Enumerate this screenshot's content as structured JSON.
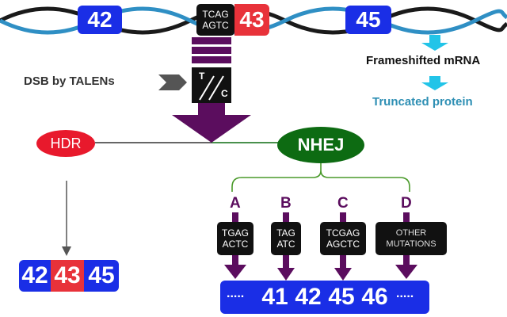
{
  "colors": {
    "exon_blue": "#1a2ee6",
    "exon_red": "#e8323a",
    "arrow_purple": "#5b0d5e",
    "nhej_green": "#0d6b12",
    "hdr_red": "#e8192c",
    "helix_blue": "#2f8fc4",
    "arrow_cyan": "#22c4e8"
  },
  "top": {
    "exons": [
      "42",
      "43",
      "45"
    ],
    "site_seq": [
      "TCAG",
      "AGTC"
    ]
  },
  "dsb_label": "DSB by TALENs",
  "talen_letters": [
    "T",
    "C"
  ],
  "hdr_label": "HDR",
  "nhej_label": "NHEJ",
  "frameshift": {
    "mrna": "Frameshifted mRNA",
    "protein": "Truncated protein"
  },
  "hdr_result": [
    "42",
    "43",
    "45"
  ],
  "branches": [
    {
      "letter": "A",
      "seq": [
        "TGAG",
        "ACTC"
      ]
    },
    {
      "letter": "B",
      "seq": [
        "TAG",
        "ATC"
      ]
    },
    {
      "letter": "C",
      "seq": [
        "TCGAG",
        "AGCTC"
      ]
    },
    {
      "letter": "D",
      "seq": [
        "OTHER",
        "MUTATIONS"
      ]
    }
  ],
  "nhej_result": {
    "ellipsis": ".....",
    "exons": [
      "41",
      "42",
      "45",
      "46"
    ]
  }
}
